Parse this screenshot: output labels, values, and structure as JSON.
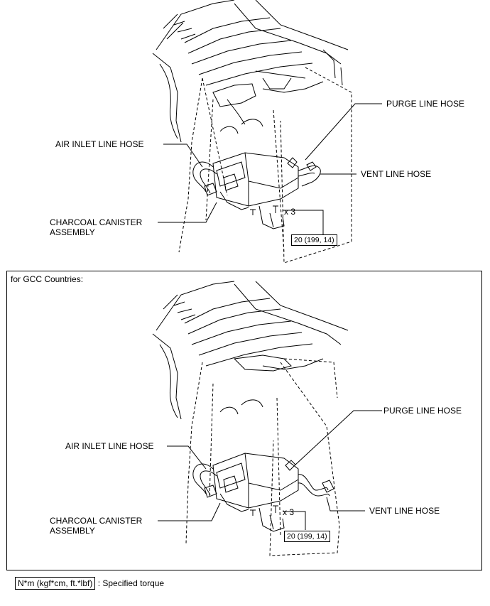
{
  "top_diagram": {
    "labels": {
      "purge": "PURGE LINE HOSE",
      "air_inlet": "AIR INLET LINE HOSE",
      "vent": "VENT LINE HOSE",
      "canister_line1": "CHARCOAL CANISTER",
      "canister_line2": "ASSEMBLY",
      "qty": "x 3",
      "torque": "20 (199, 14)"
    }
  },
  "gcc_diagram": {
    "heading": "for GCC Countries:",
    "labels": {
      "purge": "PURGE LINE HOSE",
      "air_inlet": "AIR INLET LINE HOSE",
      "vent": "VENT LINE HOSE",
      "canister_line1": "CHARCOAL CANISTER",
      "canister_line2": "ASSEMBLY",
      "qty": "x 3",
      "torque": "20 (199, 14)"
    }
  },
  "legend": {
    "unit": "N*m (kgf*cm, ft.*lbf)",
    "text": ": Specified torque"
  }
}
